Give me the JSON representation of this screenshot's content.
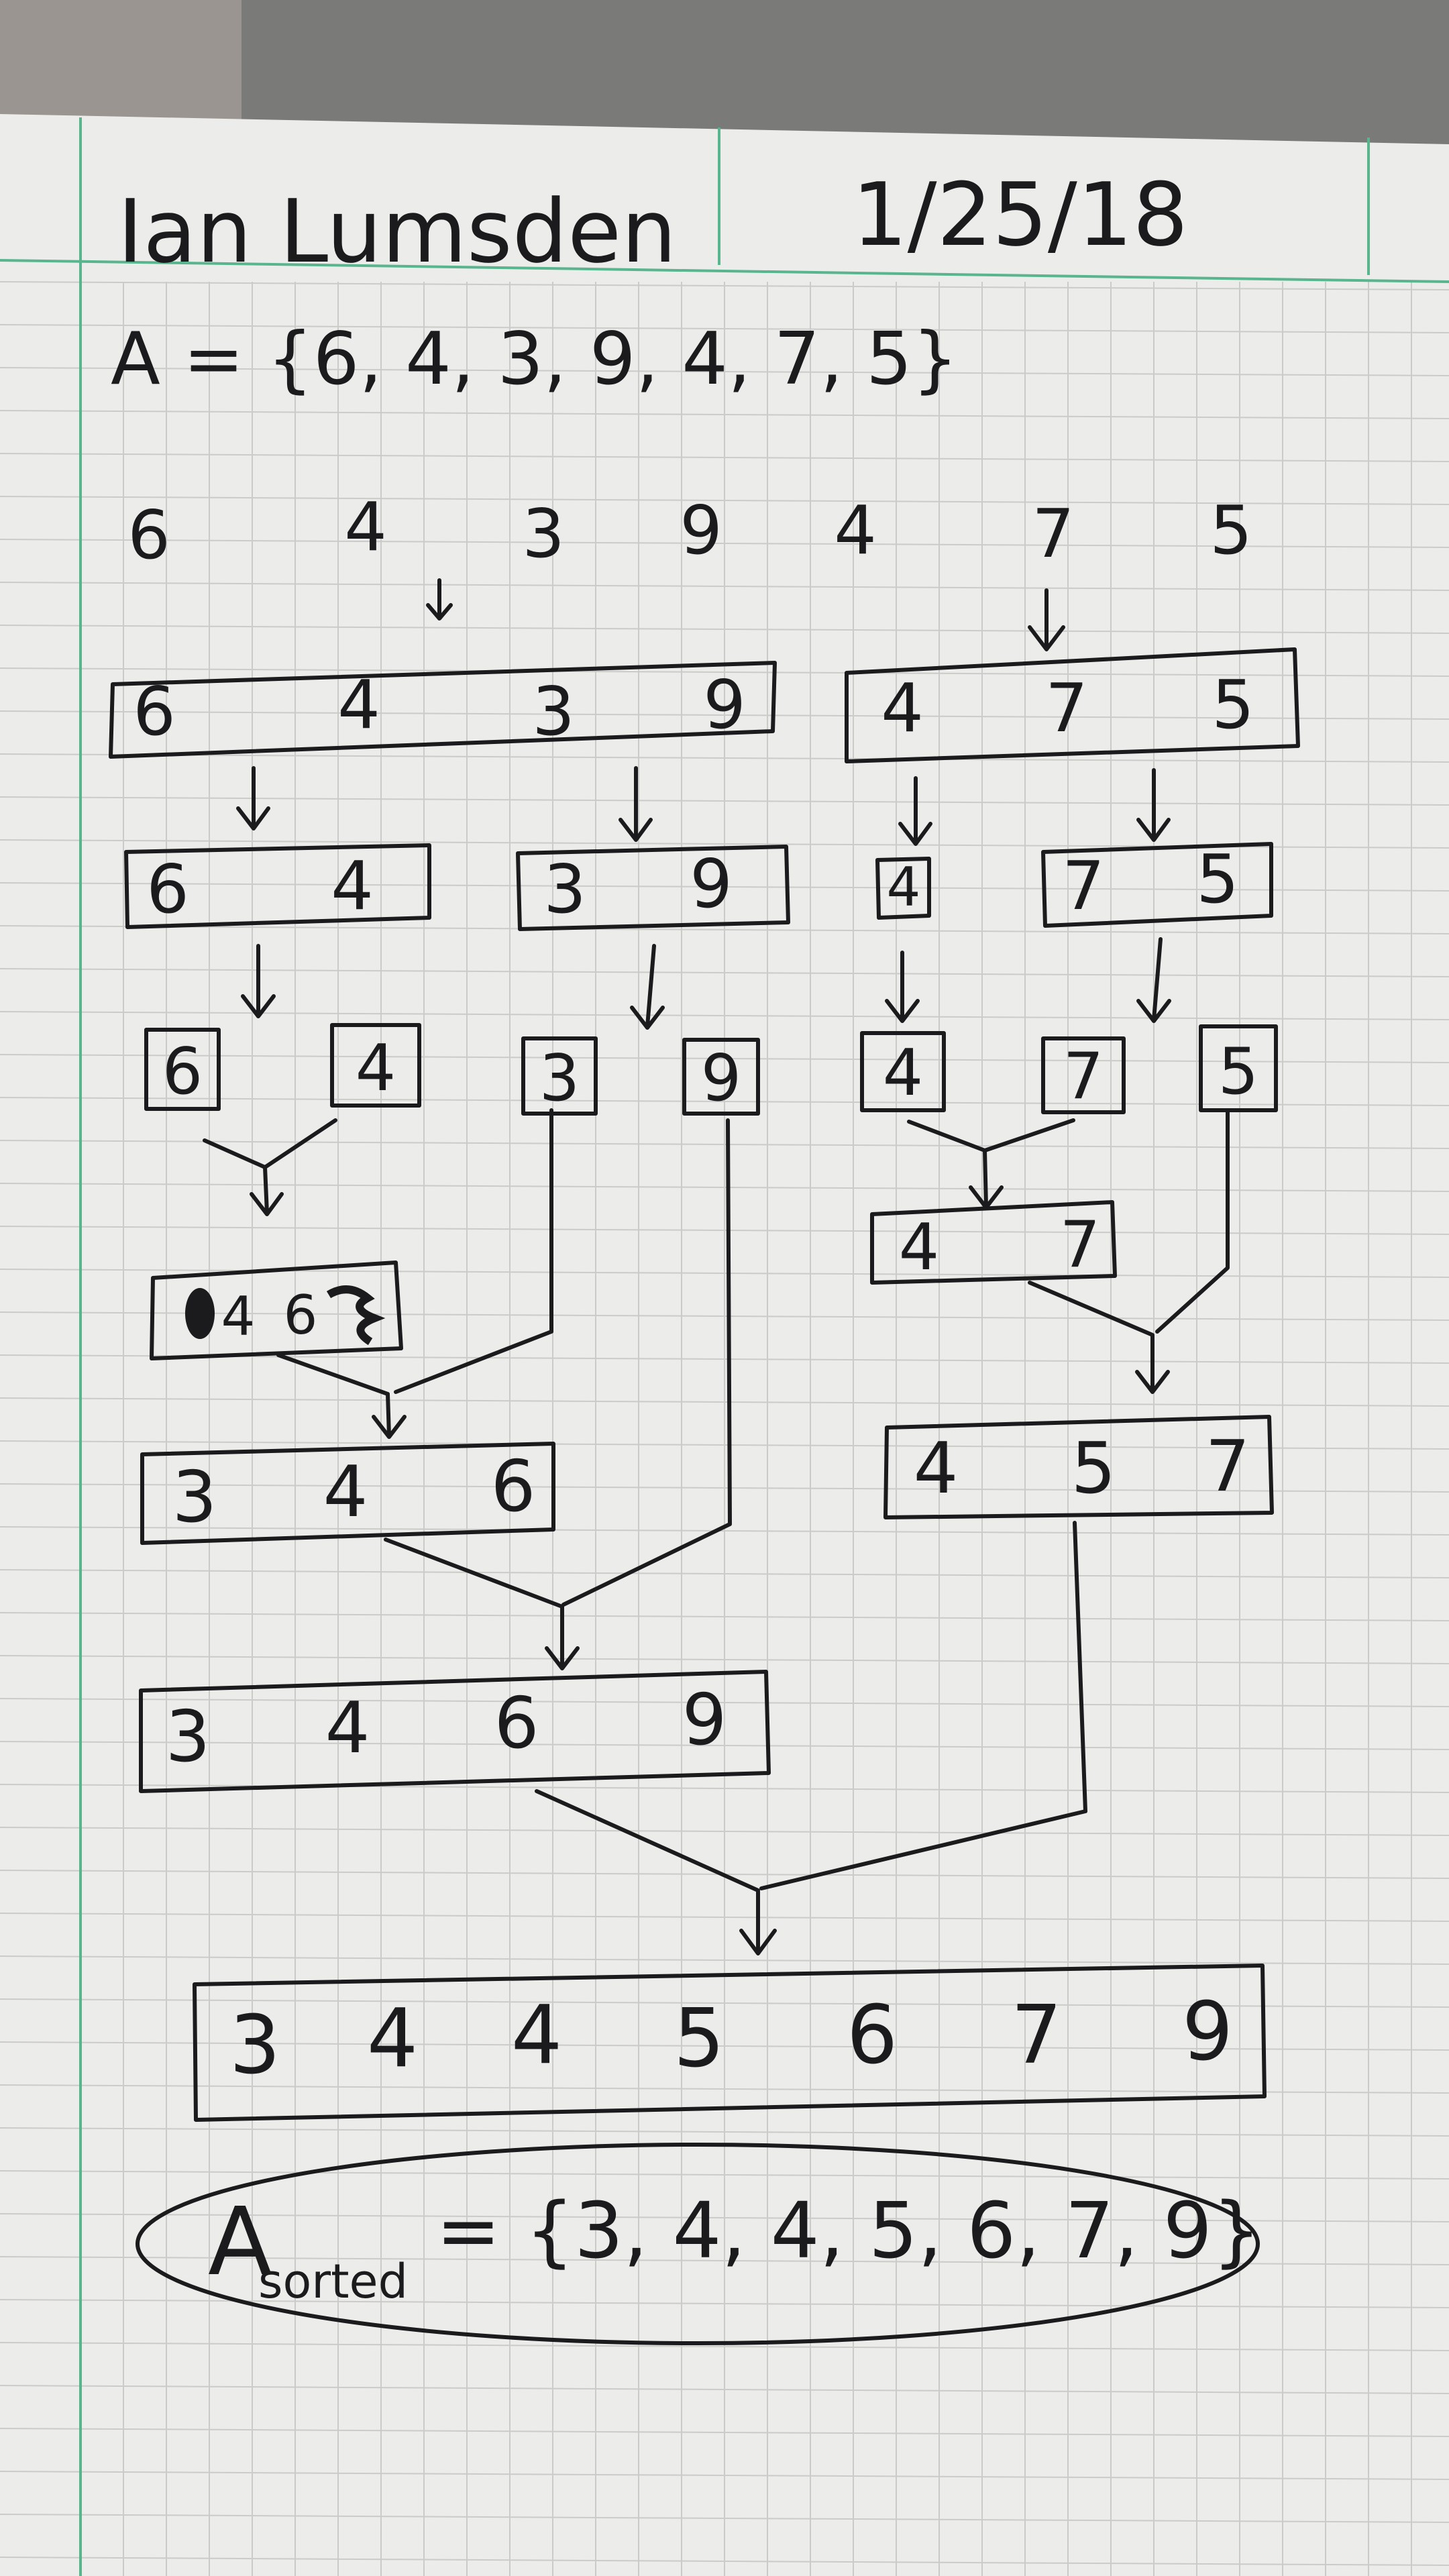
{
  "header": {
    "name": "Ian Lumsden",
    "date": "1/25/18"
  },
  "problem": {
    "definition": "A = {6, 4, 3, 9, 4, 7, 5}"
  },
  "diagram": {
    "input_row": [
      "6",
      "4",
      "3",
      "9",
      "4",
      "7",
      "5"
    ],
    "split1_left": [
      "6",
      "4",
      "3",
      "9"
    ],
    "split1_right": [
      "4",
      "7",
      "5"
    ],
    "split2_a": [
      "6",
      "4"
    ],
    "split2_b": [
      "3",
      "9"
    ],
    "split2_c": [
      "4"
    ],
    "split2_d": [
      "7",
      "5"
    ],
    "singles": [
      "6",
      "4",
      "3",
      "9",
      "4",
      "7",
      "5"
    ],
    "merge_a": [
      "4",
      "6"
    ],
    "merge_b": [
      "4",
      "7"
    ],
    "merge_c": [
      "3",
      "4",
      "6"
    ],
    "merge_d": [
      "4",
      "5",
      "7"
    ],
    "merge_e": [
      "3",
      "4",
      "6",
      "9"
    ],
    "final": [
      "3",
      "4",
      "4",
      "5",
      "6",
      "7",
      "9"
    ]
  },
  "result": {
    "label": "A",
    "subscript": "sorted",
    "value": "= {3, 4, 4, 5, 6, 7, 9}"
  }
}
